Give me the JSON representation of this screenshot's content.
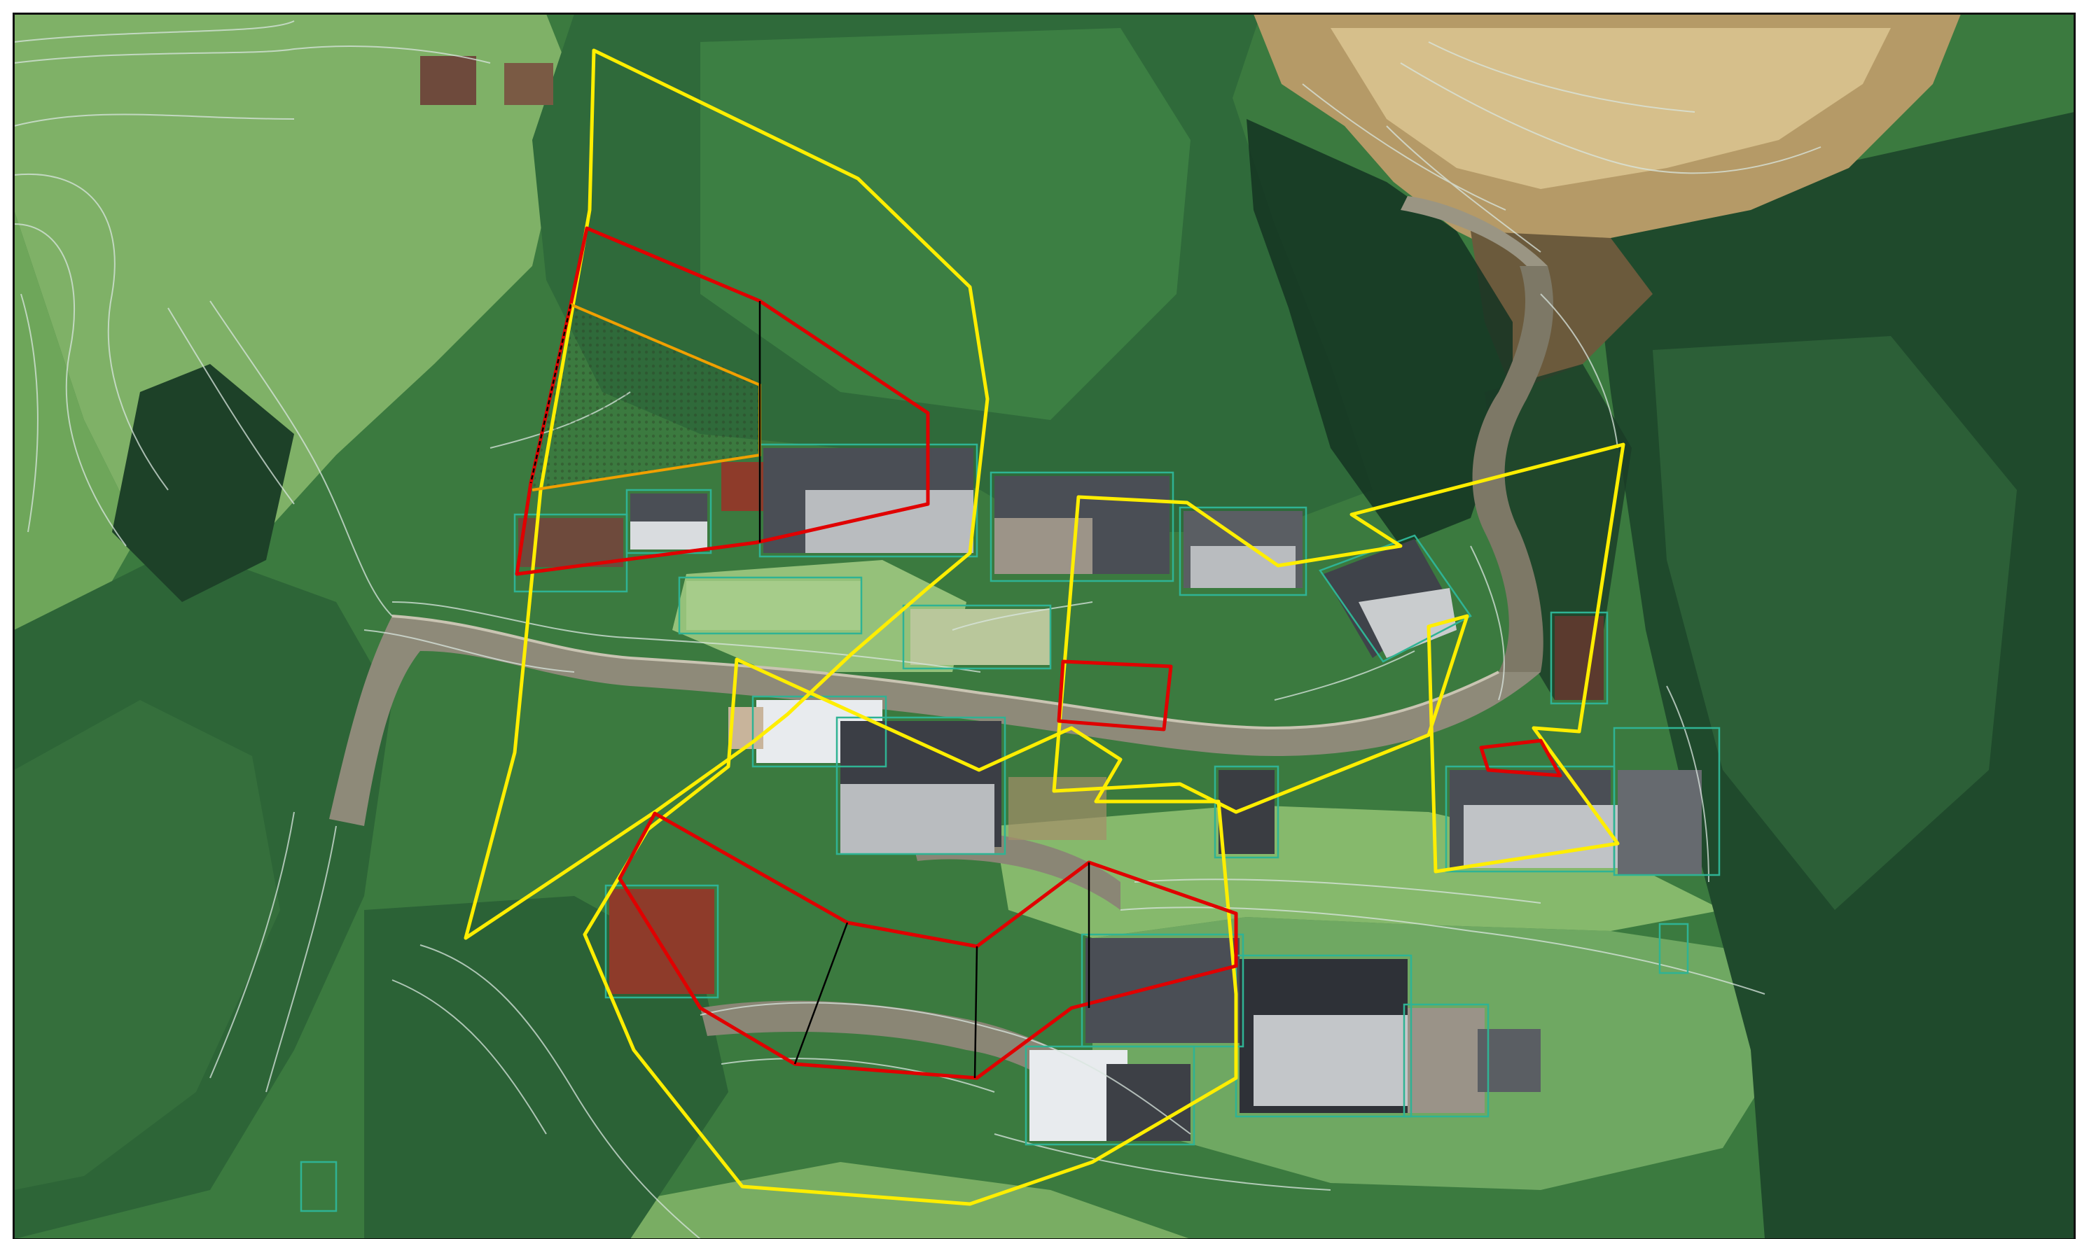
{
  "map": {
    "kind": "aerial-orthophoto-with-parcel-overlay",
    "visible_text": [],
    "colors": {
      "frame": "#111111",
      "forest_dark": "#1f4a2c",
      "forest_mid": "#3b7a3f",
      "meadow": "#7fb167",
      "field_light": "#a9cf8e",
      "dry_slope": "#b59a67",
      "dry_slope_light": "#d6bf8b",
      "road": "#8e8a79",
      "road_edge": "#c9c4b2",
      "roof_gray": "#4a4e55",
      "roof_light": "#b9bcbf",
      "roof_red": "#8e3b2a",
      "wall_white": "#e8ebee",
      "contour": "#d9e6df",
      "building_outline": "#2fb394",
      "boundary_yellow": "#ffee00",
      "boundary_red": "#e00000",
      "boundary_orange": "#f0a000",
      "subdivision_black": "#000000"
    },
    "layers": [
      "aerial-imagery",
      "contour-lines",
      "building-footprints",
      "area-boundaries-yellow",
      "parcel-boundaries-red",
      "sub-area-orange",
      "dividing-lines-black"
    ]
  }
}
